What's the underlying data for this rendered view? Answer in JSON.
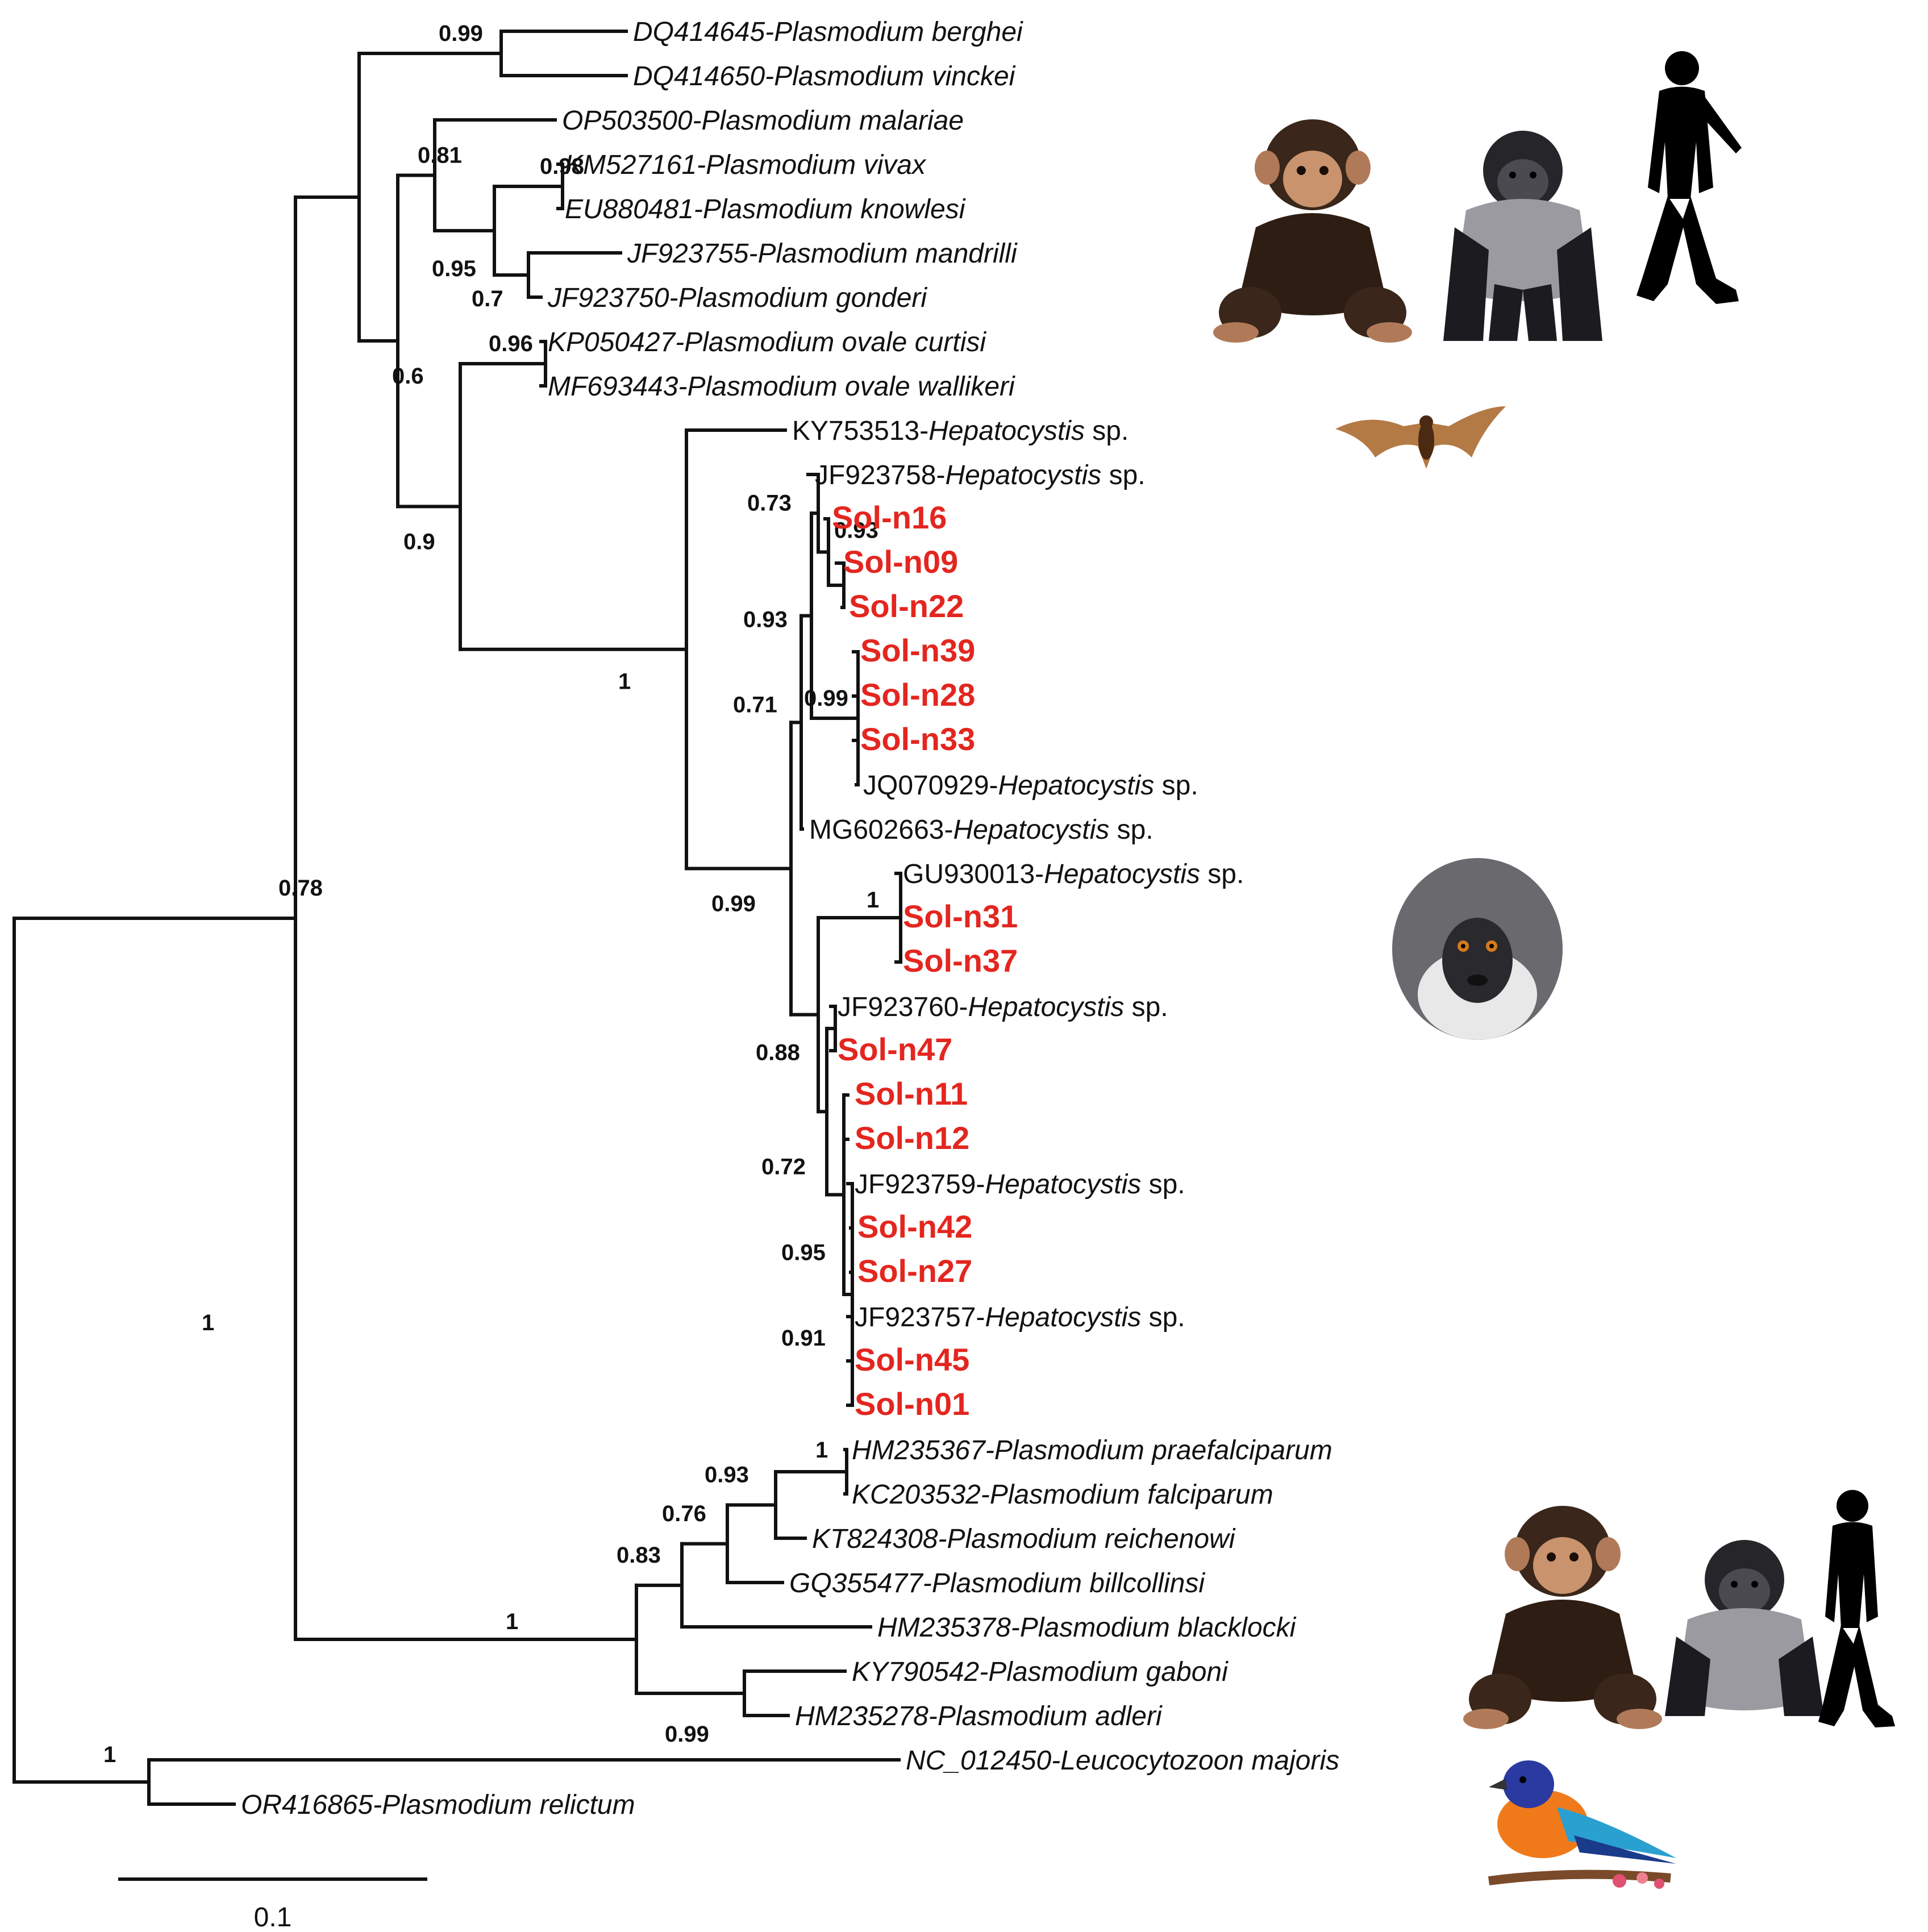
{
  "colors": {
    "line": "#111111",
    "highlight": "#e3261f"
  },
  "scale_bar": {
    "label": "0.1"
  },
  "host_icons": [
    {
      "name": "chimpanzee-icon"
    },
    {
      "name": "gorilla-icon"
    },
    {
      "name": "human-icon"
    },
    {
      "name": "bat-icon"
    },
    {
      "name": "monkey-icon"
    },
    {
      "name": "bird-icon"
    }
  ],
  "tree": {
    "nodes": [
      {
        "id": "root",
        "support": "1"
      },
      {
        "id": "n_main",
        "support": "0.78"
      },
      {
        "id": "n_ber_vin",
        "support": "0.99"
      },
      {
        "id": "n_primate",
        "support": "0.6"
      },
      {
        "id": "n_mal_group",
        "support": "0.81"
      },
      {
        "id": "n_viv_group",
        "support": "0.95"
      },
      {
        "id": "n_viv_kno",
        "support": "0.98"
      },
      {
        "id": "n_man_gon",
        "support": "0.7"
      },
      {
        "id": "n_ov_hep",
        "support": "0.9"
      },
      {
        "id": "n_ovale",
        "support": "0.96"
      },
      {
        "id": "n_hep",
        "support": "1"
      },
      {
        "id": "n_hep_b",
        "support": "0.99"
      },
      {
        "id": "n_hep_c1",
        "support": "0.71"
      },
      {
        "id": "n_hep_c2",
        "support": "0.93"
      },
      {
        "id": "n_hep_c3",
        "support": "0.73"
      },
      {
        "id": "n_hep_c4",
        "support": "0.93"
      },
      {
        "id": "n_hep_c5",
        "support": "0.99"
      },
      {
        "id": "n_hep_d1",
        "support": "0.88"
      },
      {
        "id": "n_hep_d2",
        "support": "1"
      },
      {
        "id": "n_hep_d3",
        "support": "0.72"
      },
      {
        "id": "n_hep_d4",
        "support": "0.95"
      },
      {
        "id": "n_hep_d5",
        "support": "0.91"
      },
      {
        "id": "n_lav",
        "support": "1"
      },
      {
        "id": "n_lav2",
        "support": "0.83"
      },
      {
        "id": "n_lav3",
        "support": "0.76"
      },
      {
        "id": "n_lav4",
        "support": "0.93"
      },
      {
        "id": "n_lav5",
        "support": "1"
      },
      {
        "id": "n_gab_adl",
        "support": "0.99"
      },
      {
        "id": "n_out",
        "support": "1"
      }
    ],
    "leaves": [
      {
        "accession": "DQ414645",
        "name": "Plasmodium berghei",
        "accession_italic": true
      },
      {
        "accession": "DQ414650",
        "name": "Plasmodium vinckei",
        "accession_italic": true
      },
      {
        "accession": "OP503500",
        "name": "Plasmodium malariae",
        "accession_italic": true
      },
      {
        "accession": "KM527161",
        "name": "Plasmodium vivax",
        "accession_italic": true
      },
      {
        "accession": "EU880481",
        "name": "Plasmodium knowlesi",
        "accession_italic": true
      },
      {
        "accession": "JF923755",
        "name": "Plasmodium mandrilli",
        "accession_italic": true
      },
      {
        "accession": "JF923750",
        "name": "Plasmodium gonderi",
        "accession_italic": true
      },
      {
        "accession": "KP050427",
        "name": "Plasmodium ovale curtisi",
        "accession_italic": true
      },
      {
        "accession": "MF693443",
        "name": "Plasmodium ovale wallikeri",
        "accession_italic": true
      },
      {
        "accession": "KY753513",
        "name": "Hepatocystis",
        "suffix": " sp."
      },
      {
        "accession": "JF923758",
        "name": "Hepatocystis",
        "suffix": " sp."
      },
      {
        "sample": "Sol-n16"
      },
      {
        "sample": "Sol-n09"
      },
      {
        "sample": "Sol-n22"
      },
      {
        "sample": "Sol-n39"
      },
      {
        "sample": "Sol-n28"
      },
      {
        "sample": "Sol-n33"
      },
      {
        "accession": "JQ070929",
        "name": "Hepatocystis",
        "suffix": " sp."
      },
      {
        "accession": "MG602663",
        "name": "Hepatocystis",
        "suffix": " sp."
      },
      {
        "accession": "GU930013",
        "name": "Hepatocystis",
        "suffix": " sp."
      },
      {
        "sample": "Sol-n31"
      },
      {
        "sample": "Sol-n37"
      },
      {
        "accession": "JF923760",
        "name": "Hepatocystis",
        "suffix": " sp."
      },
      {
        "sample": "Sol-n47"
      },
      {
        "sample": "Sol-n11"
      },
      {
        "sample": "Sol-n12"
      },
      {
        "accession": "JF923759",
        "name": "Hepatocystis",
        "suffix": " sp."
      },
      {
        "sample": "Sol-n42"
      },
      {
        "sample": "Sol-n27"
      },
      {
        "accession": "JF923757",
        "name": "Hepatocystis",
        "suffix": " sp."
      },
      {
        "sample": "Sol-n45"
      },
      {
        "sample": "Sol-n01"
      },
      {
        "accession": "HM235367",
        "name": "Plasmodium praefalciparum",
        "accession_italic": true
      },
      {
        "accession": "KC203532",
        "name": "Plasmodium falciparum",
        "accession_italic": true
      },
      {
        "accession": "KT824308",
        "name": "Plasmodium reichenowi",
        "accession_italic": true
      },
      {
        "accession": "GQ355477",
        "name": "Plasmodium billcollinsi",
        "accession_italic": true
      },
      {
        "accession": "HM235378",
        "name": "Plasmodium blacklocki",
        "accession_italic": true
      },
      {
        "accession": "KY790542",
        "name": "Plasmodium gaboni",
        "accession_italic": true
      },
      {
        "accession": "HM235278",
        "name": "Plasmodium adleri",
        "accession_italic": true
      },
      {
        "accession": "NC_012450",
        "name": "Leucocytozoon majoris",
        "accession_italic": true
      },
      {
        "accession": "OR416865",
        "name": "Plasmodium relictum",
        "accession_italic": true
      }
    ]
  }
}
